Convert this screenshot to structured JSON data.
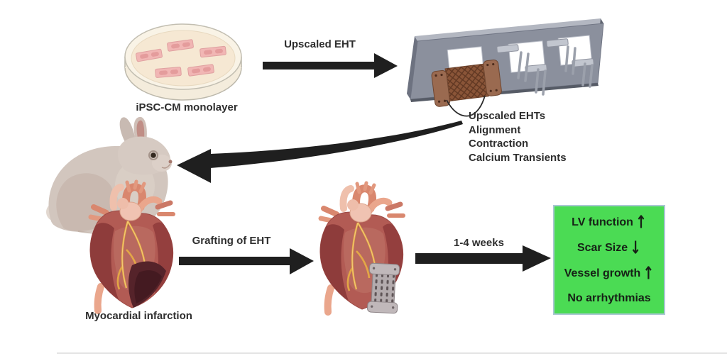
{
  "colors": {
    "arrow_black": "#1f1f1f",
    "results_box_bg": "#4bdb54",
    "results_box_border": "#a9c7d2",
    "text": "#2e2e2e"
  },
  "petri": {
    "label": "iPSC-CM monolayer"
  },
  "step1_arrow": {
    "label": "Upscaled EHT"
  },
  "outcomes": {
    "lines": [
      "Upscaled EHTs",
      "Alignment",
      "Contraction",
      "Calcium Transients"
    ]
  },
  "heart_mi": {
    "label": "Myocardial infarction"
  },
  "graft_arrow": {
    "label": "Grafting of EHT"
  },
  "weeks_arrow": {
    "label": "1-4 weeks"
  },
  "results": {
    "items": [
      {
        "label": "LV function",
        "arrow": "↑",
        "direction": "up"
      },
      {
        "label": "Scar Size",
        "arrow": "↓",
        "direction": "down"
      },
      {
        "label": "Vessel growth",
        "arrow": "↑",
        "direction": "up"
      },
      {
        "label": "No arrhythmias",
        "arrow": "",
        "direction": "none"
      }
    ]
  }
}
